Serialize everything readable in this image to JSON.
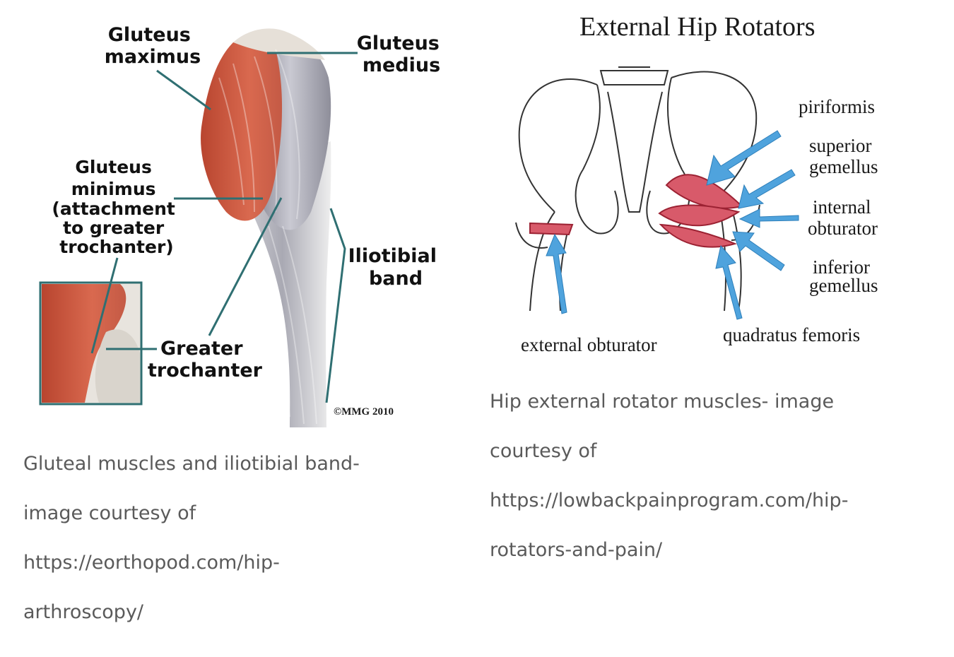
{
  "left_figure": {
    "labels": {
      "gluteus_maximus": [
        "Gluteus",
        "maximus"
      ],
      "gluteus_medius": [
        "Gluteus",
        "medius"
      ],
      "gluteus_minimus": [
        "Gluteus",
        "minimus",
        "(attachment",
        "to greater",
        "trochanter)"
      ],
      "iliotibial_band": [
        "Iliotibial",
        "band"
      ],
      "greater_trochanter": [
        "Greater",
        "trochanter"
      ],
      "copyright": "©MMG 2010"
    },
    "caption_lines": [
      "Gluteal muscles and iliotibial band-",
      "image courtesy of",
      "https://eorthopod.com/hip-",
      "arthroscopy/"
    ]
  },
  "right_figure": {
    "title": "External Hip Rotators",
    "labels": {
      "piriformis": [
        "piriformis"
      ],
      "superior_gemellus": [
        "superior",
        "gemellus"
      ],
      "internal_obturator": [
        "internal",
        "obturator"
      ],
      "inferior_gemellus": [
        "inferior",
        "gemellus"
      ],
      "external_obturator": [
        "external obturator"
      ],
      "quadratus_femoris": [
        "quadratus femoris"
      ]
    },
    "caption_lines": [
      "Hip external rotator muscles- image",
      "courtesy of",
      "https://lowbackpainprogram.com/hip-",
      "rotators-and-pain/"
    ]
  },
  "colors": {
    "muscle_red": "#c8553f",
    "muscle_grey": "#9a9aa8",
    "leader_teal": "#2f6f72",
    "arrow_blue": "#4fa3dd",
    "caption_grey": "#5a5a5a"
  }
}
